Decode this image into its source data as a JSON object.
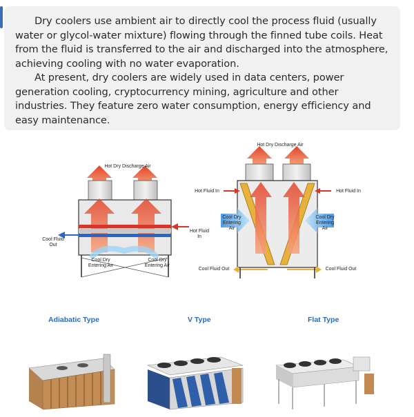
{
  "intro": {
    "paragraph_1": "Dry coolers use ambient air to directly cool the process fluid (usually water or glycol-water mixture) flowing through the finned tube coils. Heat from the fluid is transferred to the air and discharged into the atmosphere, achieving cooling with no water evaporation.",
    "paragraph_2": "At present, dry coolers are widely used in data centers, power generation cooling, cryptocurrency mining, agriculture and other industries. They feature zero water consumption, energy efficiency and easy maintenance."
  },
  "diagram_left": {
    "discharge": "Hot Dry Discharge Air",
    "cool_fluid_out": "Cool Fluid Out",
    "hot_fluid_in": "Hot Fluid In",
    "entering_air_1": "Cool Dry Entering Air",
    "entering_air_2": "Cool Dry Entering Air"
  },
  "diagram_right": {
    "discharge": "Hot Dry Discharge Air",
    "hot_fluid_in_left": "Hot Fluid In",
    "hot_fluid_in_right": "Hot Fluid In",
    "entering_air_left": "Cool Dry Entering Air",
    "entering_air_right": "Cool Dry Entering Air",
    "cool_fluid_out_left": "Cool Fluid Out",
    "cool_fluid_out_right": "Cool Fluid Out"
  },
  "types": {
    "adiabatic": "Adiabatic Type",
    "v": "V Type",
    "flat": "Flat Type"
  },
  "colors": {
    "accent": "#3b6fb5",
    "type_label": "#2d6bb3",
    "hot_air": "#e2452b",
    "cool_air": "#5fb4e8",
    "hot_pipe": "#d9362a",
    "cool_pipe": "#2a66c8"
  }
}
